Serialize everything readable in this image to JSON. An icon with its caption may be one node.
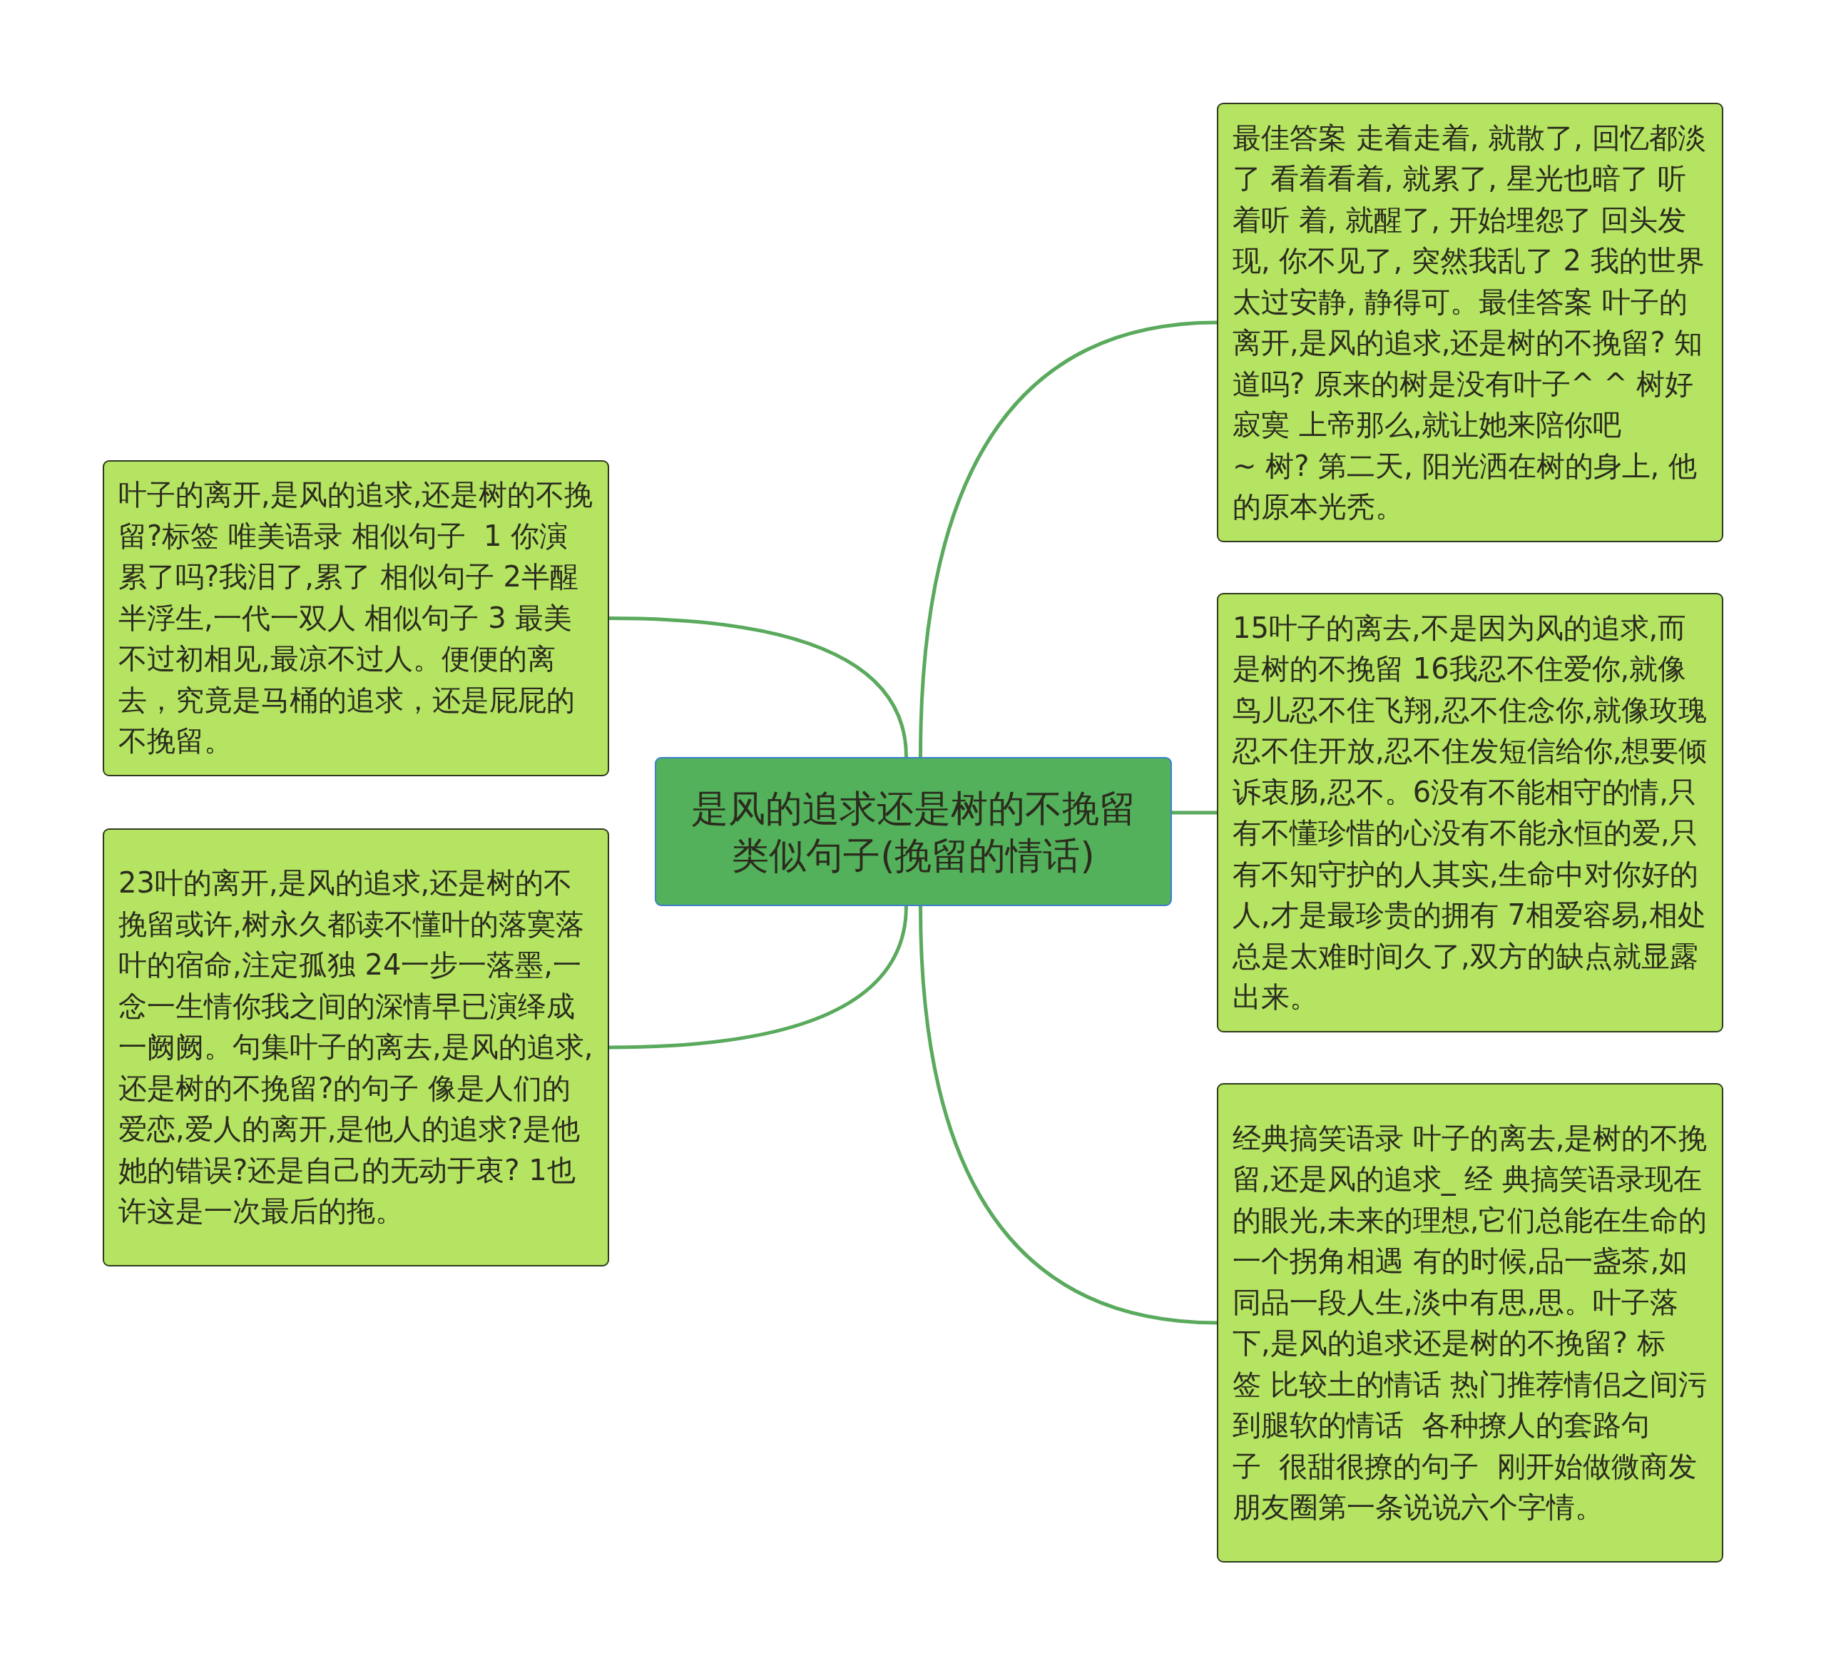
{
  "diagram": {
    "nodes": [
      {
        "text": [
          "是风的追求还是树的不挽留类似句子(挽留的情话)"
        ]
      },
      {
        "text": [
          "叶子的离开,是风的追求,还是树的不挽留?标签 唯美语录 相似句子  1 你演累了吗?我泪了,累了 相似句子 2半醒半浮生,一代一双人 相似句子 3 最美不过初相见,最凉不过人。便便的离去，究竟是马桶的追求，还是屁屁的不挽留。"
        ]
      },
      {
        "text": [
          "23叶的离开,是风的追求,还是树的不挽留或许,树永久都读不懂叶的落寞落叶的宿命,注定孤独 24一步一落墨,一念一生情你我之间的深情早已演绎成一阙阙。句集叶子的离去,是风的追求,还是树的不挽留?的句子 像是人们的爱恋,爱人的离开,是他人的追求?是他她的错误?还是自己的无动于衷? 1也许这是一次最后的拖。"
        ]
      },
      {
        "text": [
          "最佳答案 走着走着, 就散了, 回忆都淡了 看着看着, 就累了, 星光也暗了 听着听 着, 就醒了, 开始埋怨了 回头发现, 你不见了, 突然我乱了 2 我的世界太过安静, 静得可。最佳答案 叶子的离开,是风的追求,还是树的不挽留? 知道吗? 原来的树是没有叶子^ ^ 树好寂寞 上帝那么,就让她来陪你吧~ 树? 第二天, 阳光洒在树的身上, 他的原本光秃。"
        ]
      },
      {
        "text": [
          "15叶子的离去,不是因为风的追求,而是树的不挽留 16我忍不住爱你,就像鸟儿忍不住飞翔,忍不住念你,就像玫瑰忍不住开放,忍不住发短信给你,想要倾诉衷肠,忍不。6没有不能相守的情,只有不懂珍惜的心没有不能永恒的爱,只有不知守护的人其实,生命中对你好的人,才是最珍贵的拥有 7相爱容易,相处总是太难时间久了,双方的缺点就显露出来。"
        ]
      },
      {
        "text": [
          "经典搞笑语录 叶子的离去,是树的不挽留,还是风的追求_ 经 典搞笑语录现在的眼光,未来的理想,它们总能在生命的一个拐角相遇 有的时候,品一盏茶,如同品一段人生,淡中有思,思。叶子落下,是风的追求还是树的不挽留? 标签 比较土的情话 热门推荐情侣之间污到腿软的情话  各种撩人的套路句子  很甜很撩的句子  刚开始做微商发朋友圈第一条说说六个字情。"
        ]
      }
    ],
    "edges": [
      {
        "from": 0,
        "to": 1,
        "arrow": "none"
      },
      {
        "from": 0,
        "to": 2,
        "arrow": "none"
      },
      {
        "from": 0,
        "to": 3,
        "arrow": "none"
      },
      {
        "from": 0,
        "to": 4,
        "arrow": "none"
      },
      {
        "from": 0,
        "to": 5,
        "arrow": "none"
      }
    ]
  }
}
